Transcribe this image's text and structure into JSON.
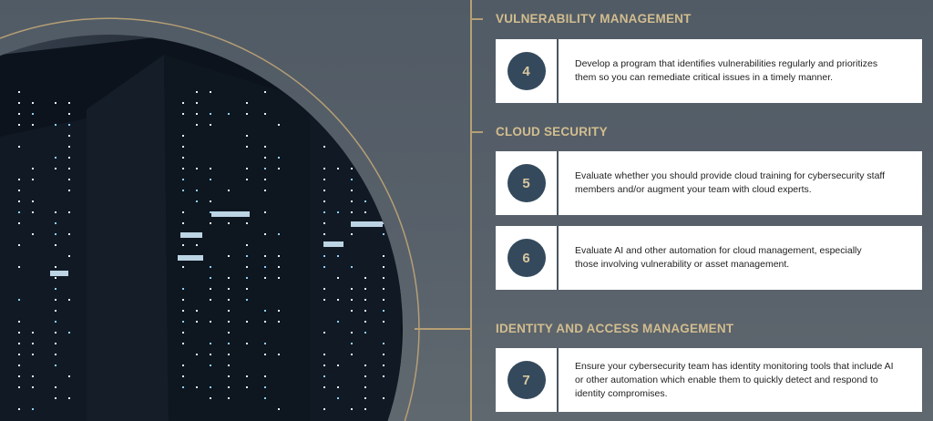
{
  "sections": [
    {
      "heading": "VULNERABILITY MANAGEMENT",
      "items": [
        {
          "number": "4",
          "text": "Develop a program that identifies vulnerabilities regularly and prioritizes them so you can remediate critical issues in a timely manner."
        }
      ]
    },
    {
      "heading": "CLOUD SECURITY",
      "items": [
        {
          "number": "5",
          "text": "Evaluate whether you should provide cloud training for cybersecurity staff members and/or augment your team with cloud experts."
        },
        {
          "number": "6",
          "text": "Evaluate AI and other automation for cloud management, especially those involving vulnerability or asset management."
        }
      ]
    },
    {
      "heading": "IDENTITY AND ACCESS MANAGEMENT",
      "items": [
        {
          "number": "7",
          "text": "Ensure your cybersecurity team has identity monitoring tools that include AI or other automation which enable them to quickly detect and respond to identity compromises."
        }
      ]
    }
  ],
  "colors": {
    "accent": "#c9b48a",
    "badge": "#34495c",
    "background": "#58616a"
  }
}
